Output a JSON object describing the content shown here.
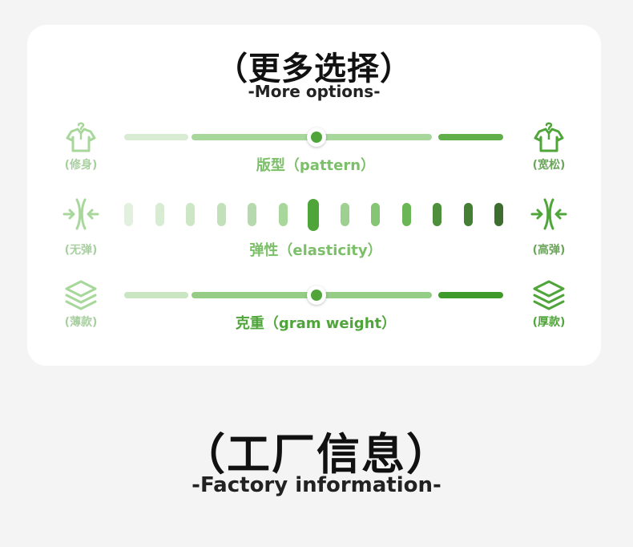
{
  "section": {
    "title": "（更多选择）",
    "subtitle": "-More options-"
  },
  "rows": [
    {
      "icon_left": "shirt-icon",
      "icon_right": "shirt-icon",
      "label_left": "(修身)",
      "label_right": "(宽松)",
      "label_center": "版型（pattern）",
      "selected_fraction": 0.5
    },
    {
      "icon_left": "compress-arrows-icon",
      "icon_right": "compress-arrows-icon",
      "label_left": "(无弹)",
      "label_right": "(高弹)",
      "label_center": "弹性（elasticity）",
      "levels": 13,
      "selected_level": 6
    },
    {
      "icon_left": "layers-icon",
      "icon_right": "layers-icon",
      "label_left": "(薄款)",
      "label_right": "(厚款)",
      "label_center": "克重（gram weight）",
      "selected_fraction": 0.5
    }
  ],
  "colors": {
    "light_green": "#d4ead0",
    "mid_green": "#a8d79c",
    "accent_green": "#4fa53a",
    "dark_green": "#3e6e2f"
  },
  "factory": {
    "title": "（工厂信息）",
    "subtitle": "-Factory information-"
  }
}
